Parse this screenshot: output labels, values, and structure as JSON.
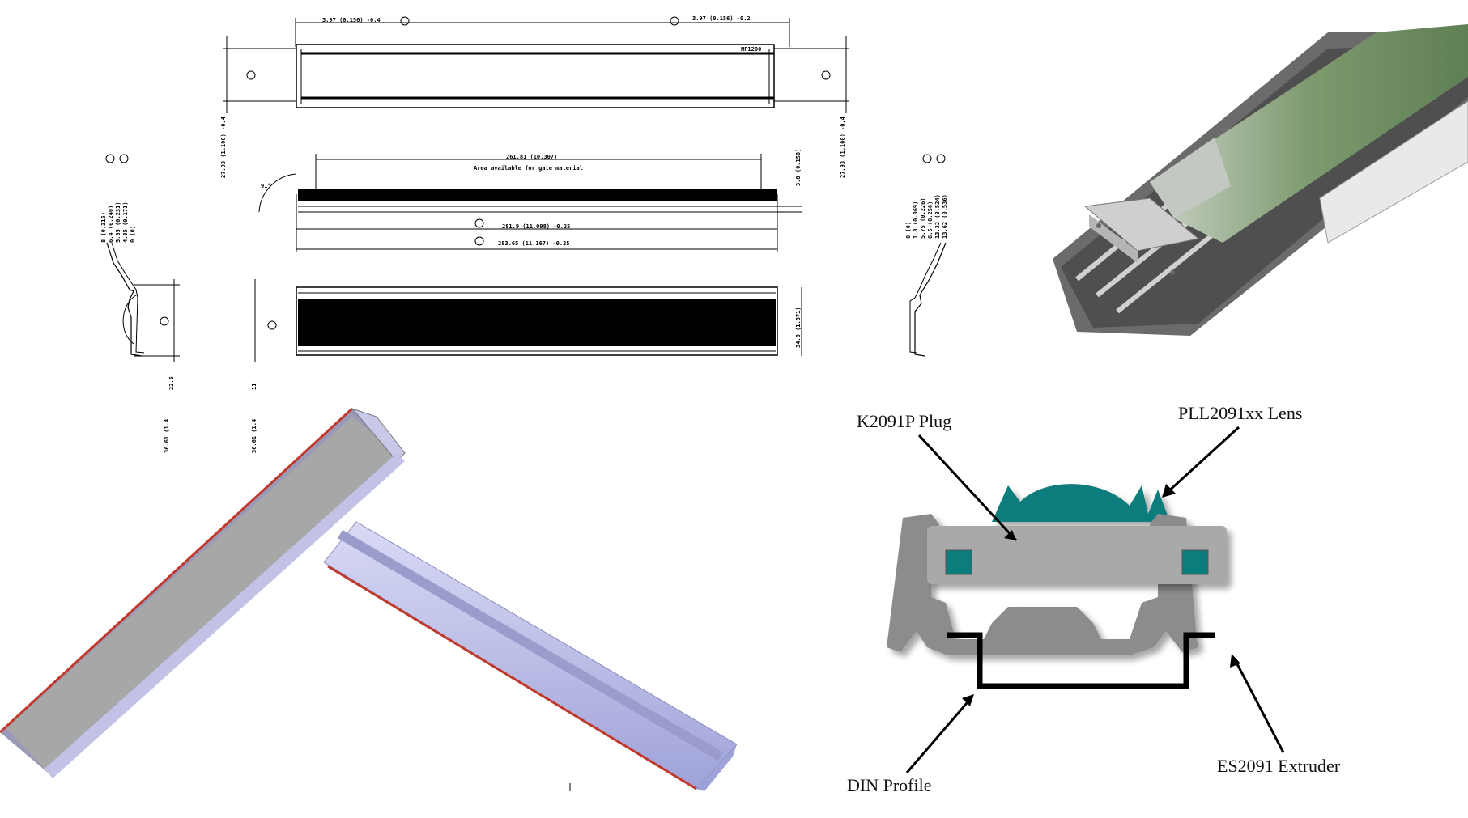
{
  "drawing": {
    "top_left_dim": "3.97 (0.156) -0.4",
    "top_right_dim": "3.97 (0.156) -0.2",
    "left_height": "27.93 (1.100) -0.4",
    "right_height": "27.93 (1.100) -0.4",
    "area_dim": "261.81 (10.307)",
    "area_text": "Area available for gate material",
    "angle": "91°",
    "slot_dim": "3.8 (0.150)",
    "len1": "281.9 (11.098) -0.25",
    "len2": "283.65 (11.167) -0.25",
    "bottom_height": "34.8 (1.371)",
    "left_stack": [
      "8 (0.315)",
      "6.4 (0.240)",
      "5.85 (0.231)",
      "4.35 (0.171)",
      "0 (0)"
    ],
    "right_stack": [
      "0 (0)",
      "1.8 (0.069)",
      "5.75 (0.226)",
      "6.5 (0.256)",
      "13.32 (0.524)",
      "13.62 (0.536)"
    ],
    "small_left": "22.5",
    "small_mid": "11",
    "overall_left": "36.61 (1.4",
    "overall_mid": "36.61 (1.4",
    "cut_label": "NP1200"
  },
  "callouts": {
    "plug": "K2091P Plug",
    "lens": "PLL2091xx Lens",
    "din": "DIN Profile",
    "extruder": "ES2091 Extruder"
  },
  "colors": {
    "teal": "#0e7c7b",
    "grey_dark": "#7f7f7f",
    "grey_light": "#a9a9a9",
    "lavender": "#b7b9e8",
    "red_edge": "#c0392b"
  }
}
